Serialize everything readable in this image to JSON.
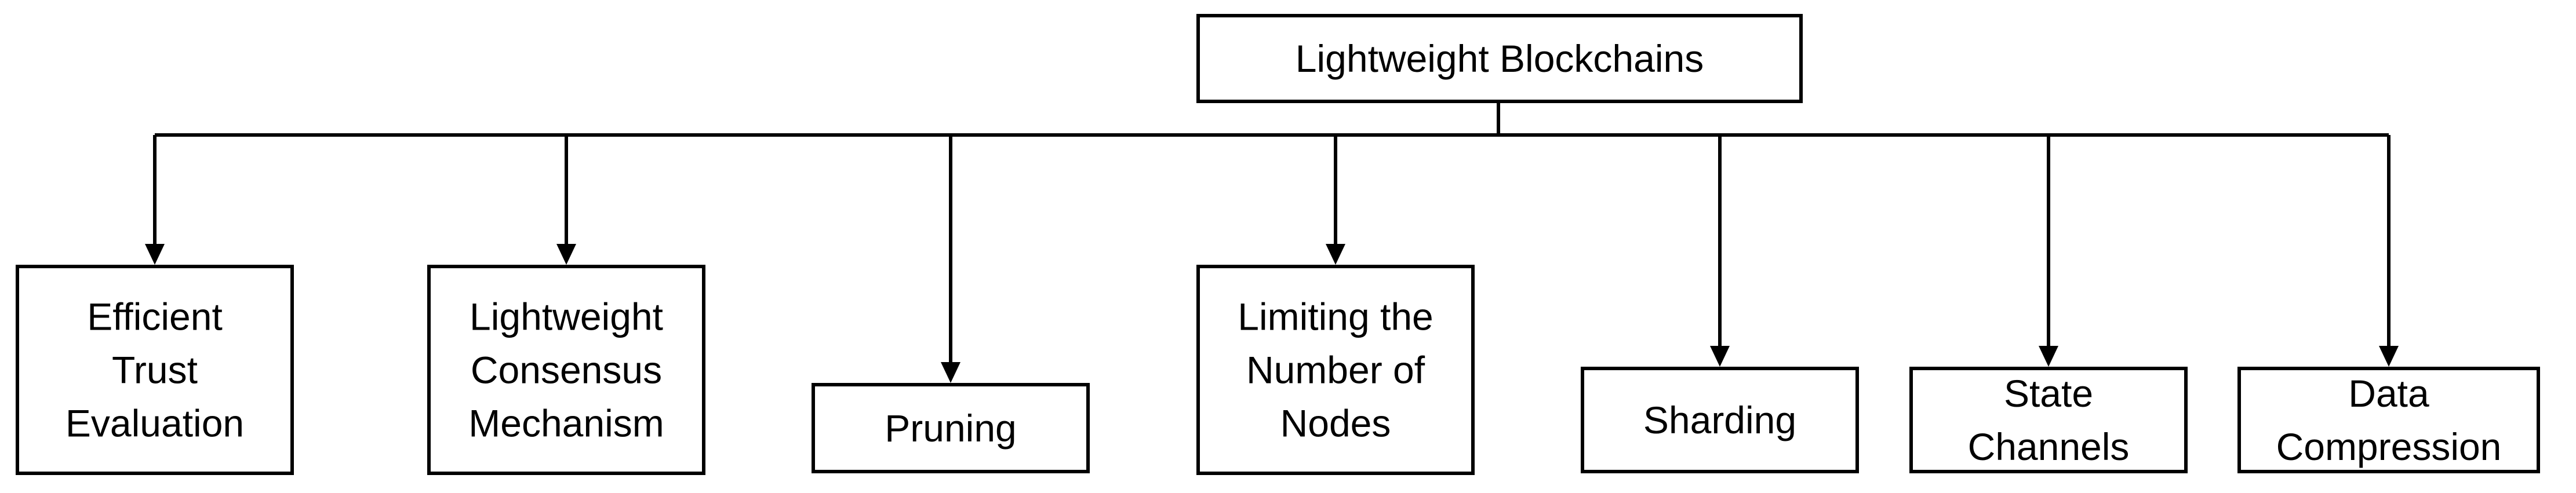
{
  "colors": {
    "line": "#000000",
    "box_fill": "#ffffff",
    "text": "#000000"
  },
  "root": {
    "label": "Lightweight Blockchains"
  },
  "children": [
    {
      "lines": [
        "Efficient",
        "Trust",
        "Evaluation"
      ]
    },
    {
      "lines": [
        "Lightweight",
        "Consensus",
        "Mechanism"
      ]
    },
    {
      "lines": [
        "Pruning"
      ]
    },
    {
      "lines": [
        "Limiting the",
        "Number of",
        "Nodes"
      ]
    },
    {
      "lines": [
        "Sharding"
      ]
    },
    {
      "lines": [
        "State",
        "Channels"
      ]
    },
    {
      "lines": [
        "Data",
        "Compression"
      ]
    }
  ]
}
